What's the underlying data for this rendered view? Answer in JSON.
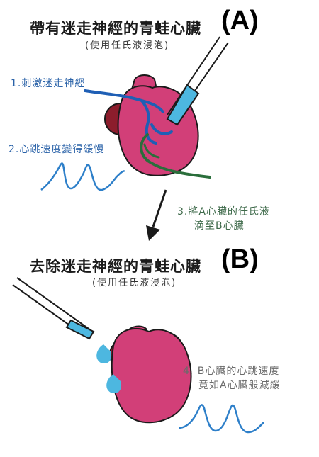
{
  "heart_a": {
    "title": "帶有迷走神經的青蛙心臟",
    "letter": "(A)",
    "subtitle": "(使用任氏液浸泡)"
  },
  "heart_b": {
    "title": "去除迷走神經的青蛙心臟",
    "letter": "(B)",
    "subtitle": "(使用任氏液浸泡)"
  },
  "steps": {
    "step1": "1.刺激迷走神經",
    "step2": "2.心跳速度變得緩慢",
    "step3_line1": "3.將A心臟的任氏液",
    "step3_line2": "滴至B心臟",
    "step4_line1": "4. B心臟的心跳速度",
    "step4_line2": "竟如A心臟般減緩"
  },
  "colors": {
    "heart": "#d23f78",
    "atrium": "#8c1d2c",
    "nerve": "#1f5fb5",
    "green_nerve": "#2a6e3b",
    "pipette": "#4db7e0",
    "wave": "#2d7fc9"
  }
}
